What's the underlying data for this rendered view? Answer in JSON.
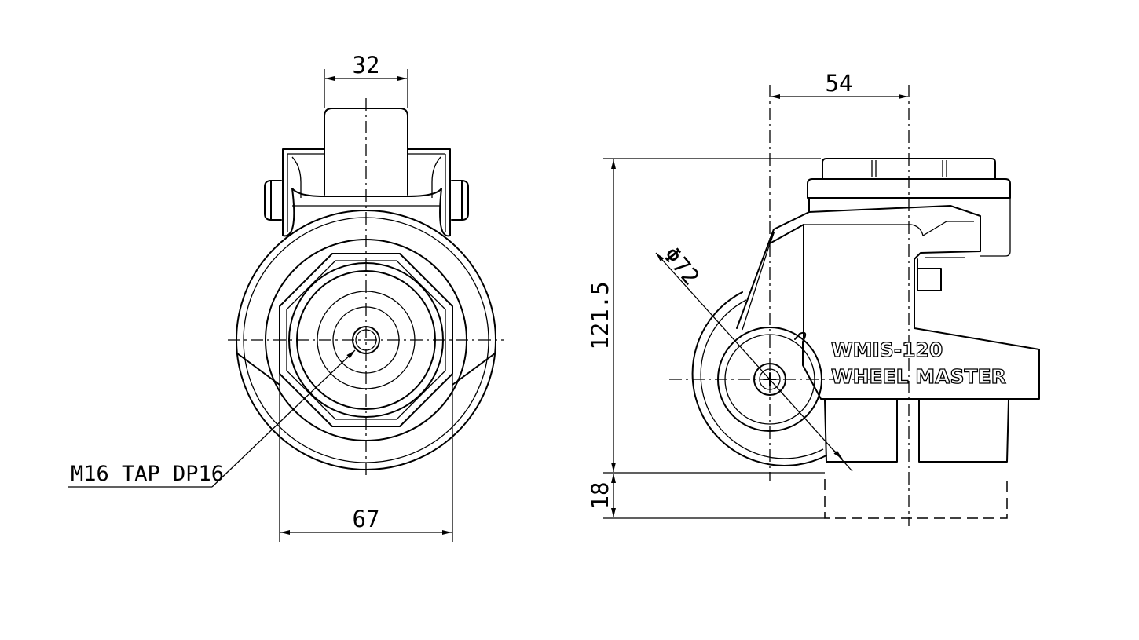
{
  "front_view": {
    "dim_top": "32",
    "dim_bottom": "67",
    "tap_label": "M16 TAP DP16"
  },
  "side_view": {
    "dim_top": "54",
    "dim_height": "121.5",
    "dim_bottom": "18",
    "dim_diameter": "Φ72",
    "brand_model": "WMIS-120",
    "brand_name": "WHEEL MASTER"
  }
}
